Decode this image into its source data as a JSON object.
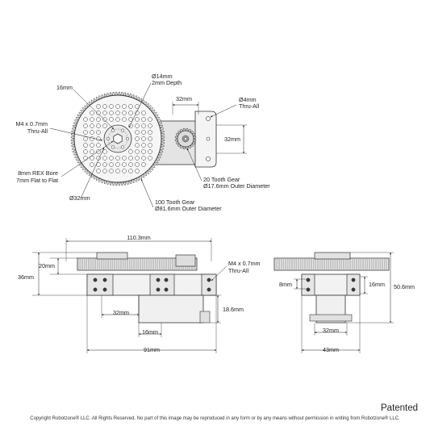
{
  "top_view": {
    "dia14": "Ø14mm",
    "depth2": "2mm Depth",
    "r16": "16mm",
    "m4tap": "M4 x 0.7mm",
    "thru_all_a": "Thru-All",
    "bore1": "8mm REX Bore",
    "bore2": "7mm Flat to Flat",
    "dia32": "Ø32mm",
    "dim32_h": "32mm",
    "dia4": "Ø4mm",
    "thru_all_b": "Thru-All",
    "dim32_v": "32mm",
    "gear20": "20 Tooth Gear",
    "gear20_od": "Ø17.6mm Outer Diameter",
    "gear100": "100 Tooth Gear",
    "gear100_od": "Ø81.6mm Outer Diameter"
  },
  "side_view": {
    "w110": "110.3mm",
    "h20": "20mm",
    "h36": "36mm",
    "m4tap": "M4 x 0.7mm",
    "thru_all": "Thru-All",
    "w32": "32mm",
    "w16": "16mm",
    "h18": "18.6mm",
    "w91": "91mm"
  },
  "end_view": {
    "h8": "8mm",
    "h16": "16mm",
    "h50": "50.6mm",
    "w32": "32mm",
    "w43": "43mm"
  },
  "footer": {
    "patented": "Patented",
    "copyright": "Copyright Robotzone® LLC.  All Rights Reserved. No part of this image may be reproduced in any form or by any means without permission in writing from Robotzone® LLC."
  },
  "colors": {
    "line": "#222222",
    "metal_light": "#eeeeee",
    "metal_mid": "#d4d4d4",
    "metal_dark": "#555555"
  }
}
